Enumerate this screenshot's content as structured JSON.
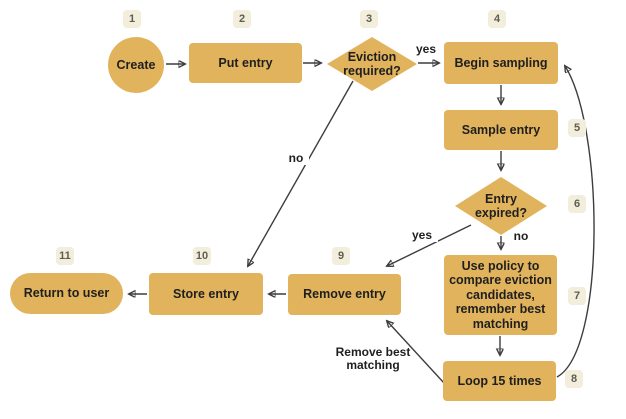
{
  "diagram_type": "flowchart",
  "colors": {
    "node_fill": "#e1b35c",
    "badge_fill": "#f2eedb",
    "badge_text": "#5d5d52",
    "node_text": "#1f1f1f",
    "arrow": "#3d3d3d",
    "background": "#ffffff"
  },
  "nodes": {
    "create": {
      "badge": "1",
      "label": "Create",
      "shape": "circle"
    },
    "put_entry": {
      "badge": "2",
      "label": "Put entry",
      "shape": "rectangle"
    },
    "eviction_required": {
      "badge": "3",
      "label": "Eviction required?",
      "shape": "diamond"
    },
    "begin_sampling": {
      "badge": "4",
      "label": "Begin sampling",
      "shape": "rectangle"
    },
    "sample_entry": {
      "badge": "5",
      "label": "Sample entry",
      "shape": "rectangle"
    },
    "entry_expired": {
      "badge": "6",
      "label": "Entry expired?",
      "shape": "diamond"
    },
    "use_policy": {
      "badge": "7",
      "label": "Use policy to compare eviction candidates, remember best matching",
      "shape": "rectangle"
    },
    "loop_15_times": {
      "badge": "8",
      "label": "Loop 15 times",
      "shape": "rectangle"
    },
    "remove_entry": {
      "badge": "9",
      "label": "Remove entry",
      "shape": "rectangle"
    },
    "store_entry": {
      "badge": "10",
      "label": "Store entry",
      "shape": "rectangle"
    },
    "return_to_user": {
      "badge": "11",
      "label": "Return to user",
      "shape": "rounded"
    }
  },
  "edge_labels": {
    "eviction_yes": "yes",
    "eviction_no": "no",
    "expired_yes": "yes",
    "expired_no": "no",
    "loop_to_remove": "Remove best matching"
  },
  "edges": [
    {
      "from": "create",
      "to": "put_entry",
      "label": ""
    },
    {
      "from": "put_entry",
      "to": "eviction_required",
      "label": ""
    },
    {
      "from": "eviction_required",
      "to": "begin_sampling",
      "label": "yes"
    },
    {
      "from": "eviction_required",
      "to": "store_entry",
      "label": "no"
    },
    {
      "from": "begin_sampling",
      "to": "sample_entry",
      "label": ""
    },
    {
      "from": "sample_entry",
      "to": "entry_expired",
      "label": ""
    },
    {
      "from": "entry_expired",
      "to": "remove_entry",
      "label": "yes"
    },
    {
      "from": "entry_expired",
      "to": "use_policy",
      "label": "no"
    },
    {
      "from": "use_policy",
      "to": "loop_15_times",
      "label": ""
    },
    {
      "from": "loop_15_times",
      "to": "remove_entry",
      "label": "Remove best matching"
    },
    {
      "from": "loop_15_times",
      "to": "begin_sampling",
      "label": ""
    },
    {
      "from": "remove_entry",
      "to": "store_entry",
      "label": ""
    },
    {
      "from": "store_entry",
      "to": "return_to_user",
      "label": ""
    }
  ]
}
